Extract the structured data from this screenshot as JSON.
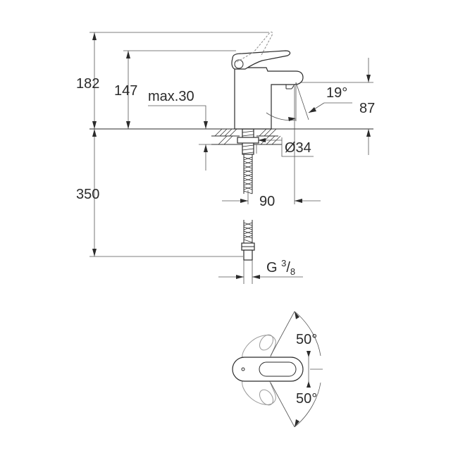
{
  "dimensions": {
    "total_height": "182",
    "handle_height": "147",
    "max_thickness": "max.30",
    "spout_angle": "19°",
    "spout_height": "87",
    "hole_diameter": "Ø34",
    "spout_reach": "90",
    "hose_length": "350",
    "thread_prefix": "G ",
    "thread_num": "3",
    "thread_slash": "/",
    "thread_den": "8",
    "lever_angle_up": "50°",
    "lever_angle_down": "50°"
  }
}
